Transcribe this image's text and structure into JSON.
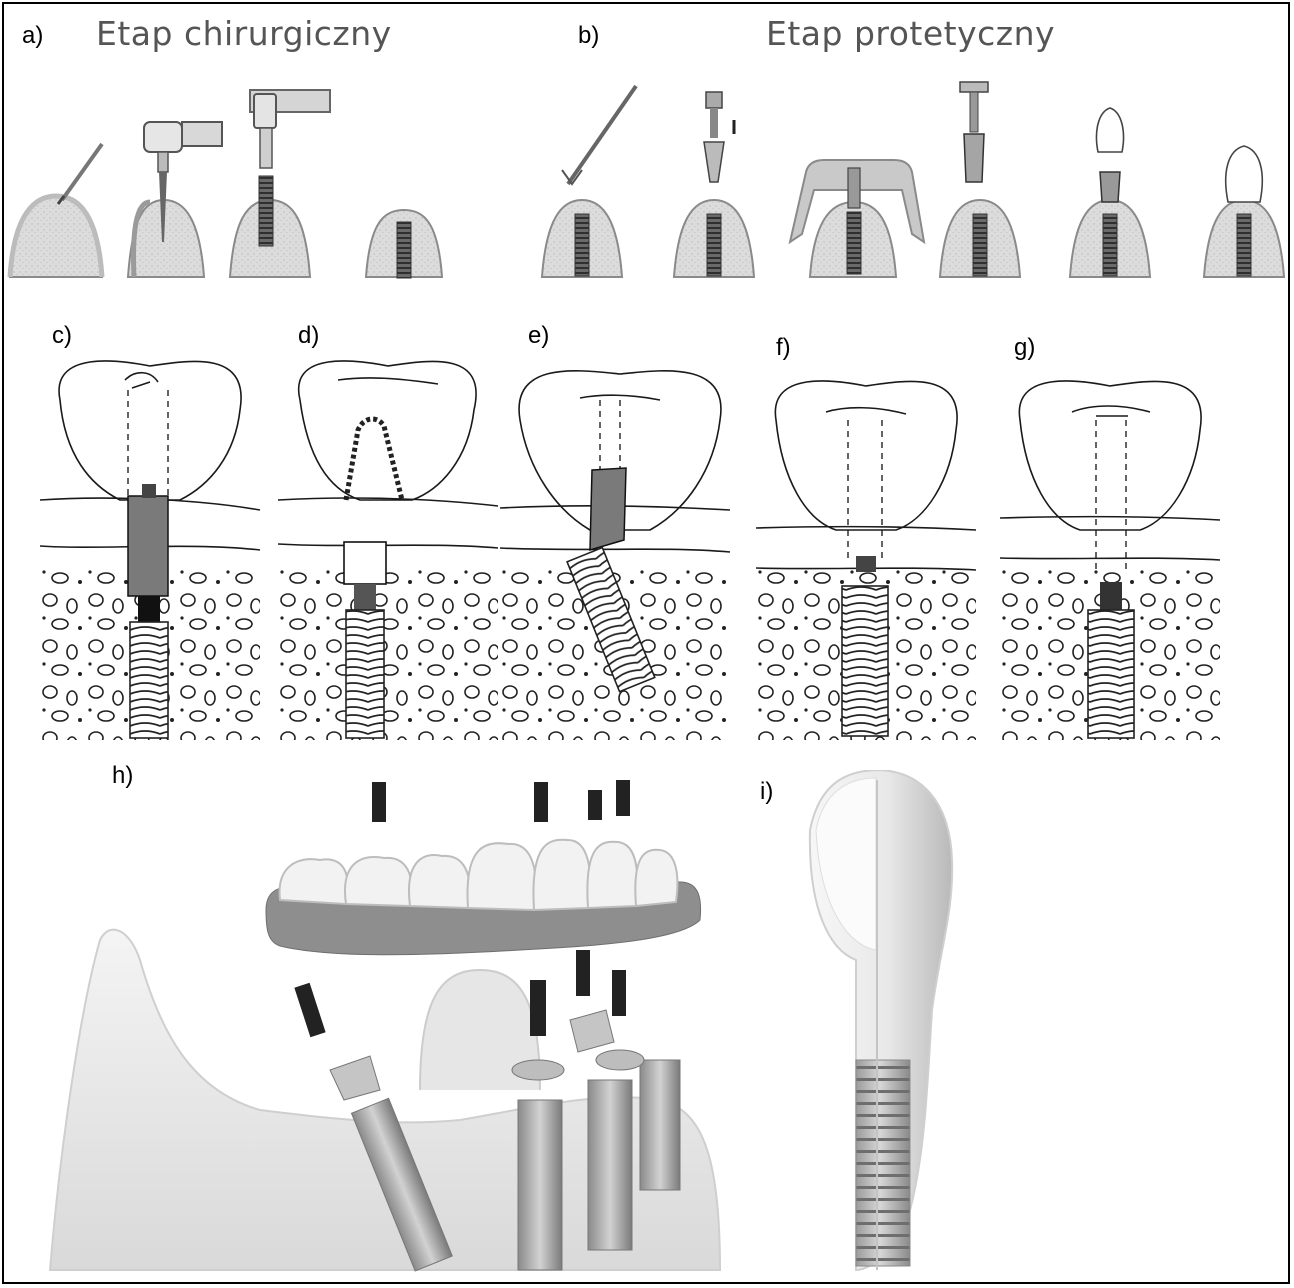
{
  "labels": {
    "a": "a)",
    "b": "b)",
    "c": "c)",
    "d": "d)",
    "e": "e)",
    "f": "f)",
    "g": "g)",
    "h": "h)",
    "i": "i)"
  },
  "titles": {
    "surgical": "Etap chirurgiczny",
    "prosthetic": "Etap protetyczny"
  },
  "colors": {
    "bone_fill": "#dcdcdc",
    "gum_fill": "#ededed",
    "implant_dark": "#3a3a3a",
    "abutment_grey": "#7a7a7a",
    "line": "#1a1a1a"
  },
  "icons": {
    "scalpel": "scalpel-icon",
    "handpiece": "dental-handpiece-icon",
    "implant": "implant-icon",
    "crown": "crown-icon"
  }
}
